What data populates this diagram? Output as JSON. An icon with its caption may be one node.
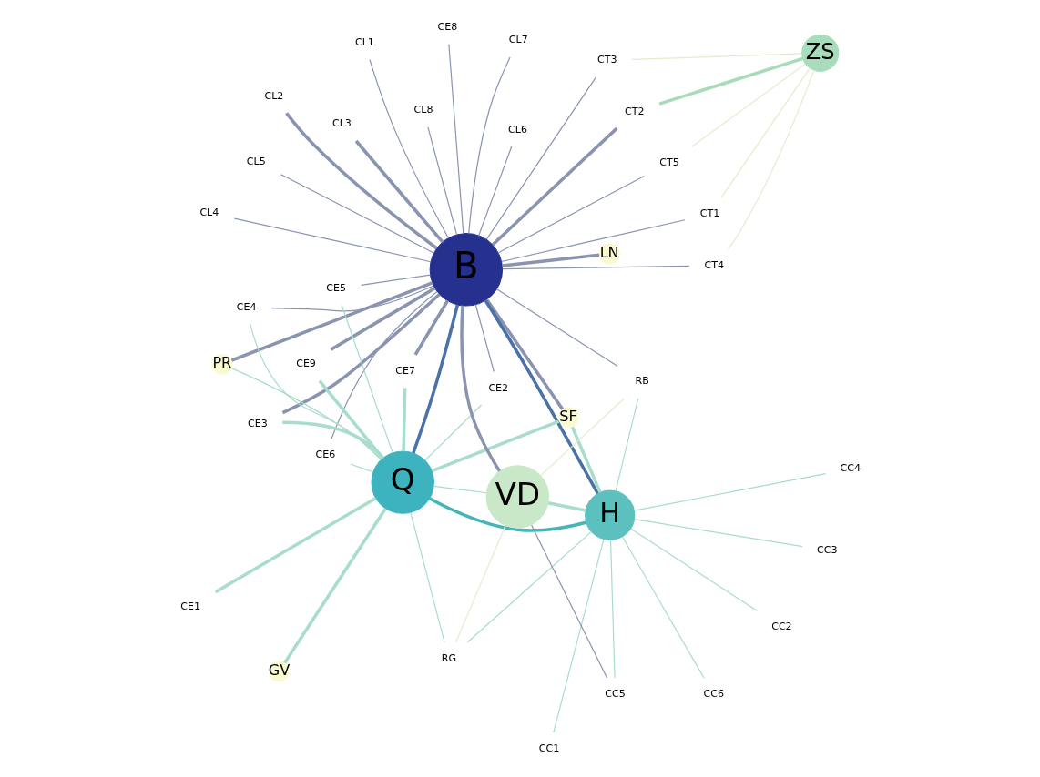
{
  "diagram": {
    "nodes": [
      {
        "text": [
          "B"
        ]
      },
      {
        "text": [
          "H"
        ]
      },
      {
        "text": [
          "Q"
        ]
      },
      {
        "text": [
          "VD"
        ]
      },
      {
        "text": [
          "ZS"
        ]
      },
      {
        "text": [
          "SF"
        ]
      },
      {
        "text": [
          "PR"
        ]
      },
      {
        "text": [
          "LN"
        ]
      },
      {
        "text": [
          "GV"
        ]
      },
      {
        "text": [
          "RB"
        ]
      },
      {
        "text": [
          "RG"
        ]
      },
      {
        "text": [
          "CC1"
        ]
      },
      {
        "text": [
          "CC2"
        ]
      },
      {
        "text": [
          "CC3"
        ]
      },
      {
        "text": [
          "CC4"
        ]
      },
      {
        "text": [
          "CC5"
        ]
      },
      {
        "text": [
          "CC6"
        ]
      },
      {
        "text": [
          "CL1"
        ]
      },
      {
        "text": [
          "CL2"
        ]
      },
      {
        "text": [
          "CL3"
        ]
      },
      {
        "text": [
          "CL4"
        ]
      },
      {
        "text": [
          "CL5"
        ]
      },
      {
        "text": [
          "CL6"
        ]
      },
      {
        "text": [
          "CL7"
        ]
      },
      {
        "text": [
          "CL8"
        ]
      },
      {
        "text": [
          "CT1"
        ]
      },
      {
        "text": [
          "CT2"
        ]
      },
      {
        "text": [
          "CT3"
        ]
      },
      {
        "text": [
          "CT4"
        ]
      },
      {
        "text": [
          "CT5"
        ]
      },
      {
        "text": [
          "CE1"
        ]
      },
      {
        "text": [
          "CE2"
        ]
      },
      {
        "text": [
          "CE3"
        ]
      },
      {
        "text": [
          "CE4"
        ]
      },
      {
        "text": [
          "CE5"
        ]
      },
      {
        "text": [
          "CE6"
        ]
      },
      {
        "text": [
          "CE7"
        ]
      },
      {
        "text": [
          "CE8"
        ]
      },
      {
        "text": [
          "CE9"
        ]
      }
    ],
    "edges": [
      {
        "from": 1,
        "to": 14,
        "arrow": "none",
        "color": "#a8dccb"
      },
      {
        "from": 1,
        "to": 12,
        "arrow": "none",
        "color": "#a8dccb"
      },
      {
        "from": 1,
        "to": 11,
        "arrow": "none",
        "color": "#a8dccb"
      },
      {
        "from": 1,
        "to": 13,
        "arrow": "none",
        "color": "#a8dccb"
      },
      {
        "from": 1,
        "to": 16,
        "arrow": "none",
        "color": "#a8dccb"
      },
      {
        "from": 1,
        "to": 15,
        "arrow": "none",
        "color": "#a8dccb"
      },
      {
        "from": 1,
        "to": 9,
        "arrow": "none",
        "color": "#a8dccb"
      },
      {
        "from": 1,
        "to": 3,
        "arrow": "none",
        "color": "#a8dccb",
        "style": "thick"
      },
      {
        "from": 1,
        "to": 0,
        "arrow": "none",
        "color": "#4a72a8",
        "style": "thick"
      },
      {
        "from": 1,
        "to": 2,
        "arrow": "none",
        "color": "#45b5b8",
        "style": "thick"
      },
      {
        "from": 1,
        "to": 5,
        "arrow": "none",
        "color": "#a8dccb",
        "style": "thick"
      },
      {
        "from": 1,
        "to": 10,
        "arrow": "none",
        "color": "#a8dccb"
      },
      {
        "from": 3,
        "to": 15,
        "arrow": "none"
      },
      {
        "from": 3,
        "to": 9,
        "arrow": "none",
        "color": "#e2edcf"
      },
      {
        "from": 3,
        "to": 0,
        "arrow": "none",
        "style": "thick"
      },
      {
        "from": 3,
        "to": 10,
        "arrow": "none",
        "color": "#e2edcf"
      },
      {
        "from": 3,
        "to": 2,
        "arrow": "none",
        "color": "#a8dccb"
      },
      {
        "from": 9,
        "to": 0,
        "arrow": "none"
      },
      {
        "from": 0,
        "to": 17,
        "arrow": "none"
      },
      {
        "from": 0,
        "to": 24,
        "arrow": "none"
      },
      {
        "from": 0,
        "to": 20,
        "arrow": "none"
      },
      {
        "from": 0,
        "to": 18,
        "arrow": "none",
        "style": "thick"
      },
      {
        "from": 0,
        "to": 7,
        "arrow": "none",
        "style": "thick"
      },
      {
        "from": 0,
        "to": 27,
        "arrow": "none"
      },
      {
        "from": 0,
        "to": 28,
        "arrow": "none"
      },
      {
        "from": 0,
        "to": 19,
        "arrow": "none",
        "style": "thick"
      },
      {
        "from": 0,
        "to": 26,
        "arrow": "none",
        "style": "thick"
      },
      {
        "from": 0,
        "to": 29,
        "arrow": "none"
      },
      {
        "from": 0,
        "to": 25,
        "arrow": "none"
      },
      {
        "from": 0,
        "to": 21,
        "arrow": "none"
      },
      {
        "from": 0,
        "to": 23,
        "arrow": "none"
      },
      {
        "from": 0,
        "to": 22,
        "arrow": "none"
      },
      {
        "from": 0,
        "to": 6,
        "arrow": "none",
        "style": "thick"
      },
      {
        "from": 0,
        "to": 31,
        "arrow": "none"
      },
      {
        "from": 0,
        "to": 33,
        "arrow": "none"
      },
      {
        "from": 0,
        "to": 36,
        "arrow": "none",
        "style": "thick"
      },
      {
        "from": 0,
        "to": 32,
        "arrow": "none",
        "style": "thick"
      },
      {
        "from": 0,
        "to": 34,
        "arrow": "none"
      },
      {
        "from": 0,
        "to": 38,
        "arrow": "none",
        "style": "thick"
      },
      {
        "from": 0,
        "to": 35,
        "arrow": "none"
      },
      {
        "from": 0,
        "to": 37,
        "arrow": "none"
      },
      {
        "from": 0,
        "to": 2,
        "arrow": "none",
        "color": "#4a72a8",
        "style": "thick"
      },
      {
        "from": 0,
        "to": 5,
        "arrow": "none",
        "style": "thick"
      },
      {
        "from": 4,
        "to": 27,
        "arrow": "none",
        "color": "#e2edcf"
      },
      {
        "from": 4,
        "to": 28,
        "arrow": "none",
        "color": "#e2edcf"
      },
      {
        "from": 4,
        "to": 29,
        "arrow": "none",
        "color": "#e2edcf"
      },
      {
        "from": 4,
        "to": 25,
        "arrow": "none",
        "color": "#e2edcf"
      },
      {
        "from": 4,
        "to": 26,
        "arrow": "none",
        "color": "#a8dcb8",
        "style": "thick"
      },
      {
        "from": 2,
        "to": 5,
        "arrow": "none",
        "color": "#a8dccb",
        "style": "thick"
      },
      {
        "from": 2,
        "to": 10,
        "arrow": "none",
        "color": "#a8dccb"
      },
      {
        "from": 2,
        "to": 35,
        "arrow": "none",
        "color": "#a8dccb"
      },
      {
        "from": 2,
        "to": 38,
        "arrow": "none",
        "color": "#a8dccb",
        "style": "thick"
      },
      {
        "from": 2,
        "to": 6,
        "arrow": "none",
        "color": "#a8dccb"
      },
      {
        "from": 2,
        "to": 36,
        "arrow": "none",
        "color": "#a8dccb",
        "style": "thick"
      },
      {
        "from": 2,
        "to": 30,
        "arrow": "none",
        "color": "#a8dccb",
        "style": "thick"
      },
      {
        "from": 2,
        "to": 32,
        "arrow": "none",
        "color": "#a8dccb",
        "style": "thick"
      },
      {
        "from": 2,
        "to": 31,
        "arrow": "none",
        "color": "#a8dccb"
      },
      {
        "from": 2,
        "to": 33,
        "arrow": "none",
        "color": "#a8dccb"
      },
      {
        "from": 2,
        "to": 34,
        "arrow": "none",
        "color": "#a8dccb"
      },
      {
        "from": 2,
        "to": 8,
        "arrow": "none",
        "color": "#a8dccb",
        "style": "thick"
      }
    ]
  }
}
